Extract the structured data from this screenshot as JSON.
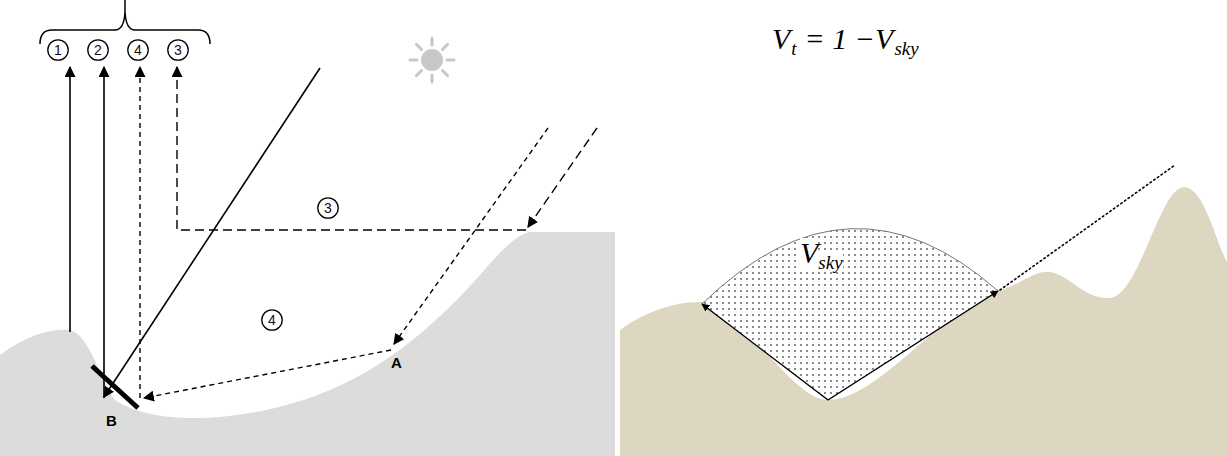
{
  "diagram": {
    "nodes": [
      {
        "text": [
          "1"
        ]
      },
      {
        "text": [
          "2"
        ]
      },
      {
        "text": [
          "4"
        ]
      },
      {
        "text": [
          "3"
        ]
      },
      {
        "text": [
          "3"
        ]
      },
      {
        "text": [
          "4"
        ]
      }
    ],
    "labels": [
      "A",
      "B",
      "V",
      "t",
      "= 1 −V",
      "sky",
      "V",
      "sky"
    ]
  }
}
